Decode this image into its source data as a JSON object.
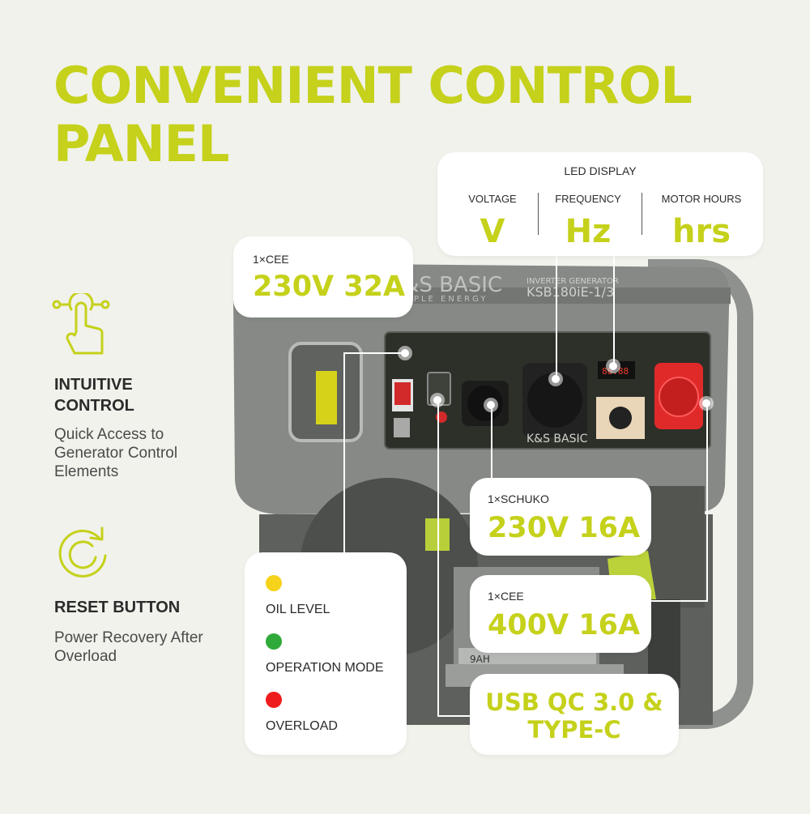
{
  "headline": "CONVENIENT CONTROL PANEL",
  "features": [
    {
      "icon": "touch-finger-icon",
      "title": "INTUITIVE CONTROL",
      "description": "Quick Access to Generator Control Elements"
    },
    {
      "icon": "reset-arrow-icon",
      "title": "RESET BUTTON",
      "description": "Power Recovery After Overload"
    }
  ],
  "led_display": {
    "title": "LED DISPLAY",
    "columns": [
      {
        "label": "VOLTAGE",
        "value": "V"
      },
      {
        "label": "FREQUENCY",
        "value": "Hz"
      },
      {
        "label": "MOTOR HOURS",
        "value": "hrs"
      }
    ]
  },
  "outlets": {
    "cee32": {
      "label": "1×CEE",
      "value": "230V 32A"
    },
    "schuko": {
      "label": "1×SCHUKO",
      "value": "230V 16A"
    },
    "cee16": {
      "label": "1×CEE",
      "value": "400V 16A"
    },
    "usb": {
      "value": "USB QC 3.0 & TYPE-C"
    }
  },
  "indicators": [
    {
      "label": "OIL LEVEL",
      "color": "#f5d31a"
    },
    {
      "label": "OPERATION MODE",
      "color": "#2faa3a"
    },
    {
      "label": "OVERLOAD",
      "color": "#ee1c1c"
    }
  ],
  "product": {
    "brand": "K&S BASIC",
    "slogan": "SIMPLE ENERGY",
    "model_line": "INVERTER GENERATOR",
    "model": "KSB180iE-1/3",
    "display_reading": "88.88",
    "battery_label": "9AH"
  },
  "colors": {
    "accent": "#c5d11a",
    "background": "#f1f2ec",
    "card": "#ffffff"
  }
}
